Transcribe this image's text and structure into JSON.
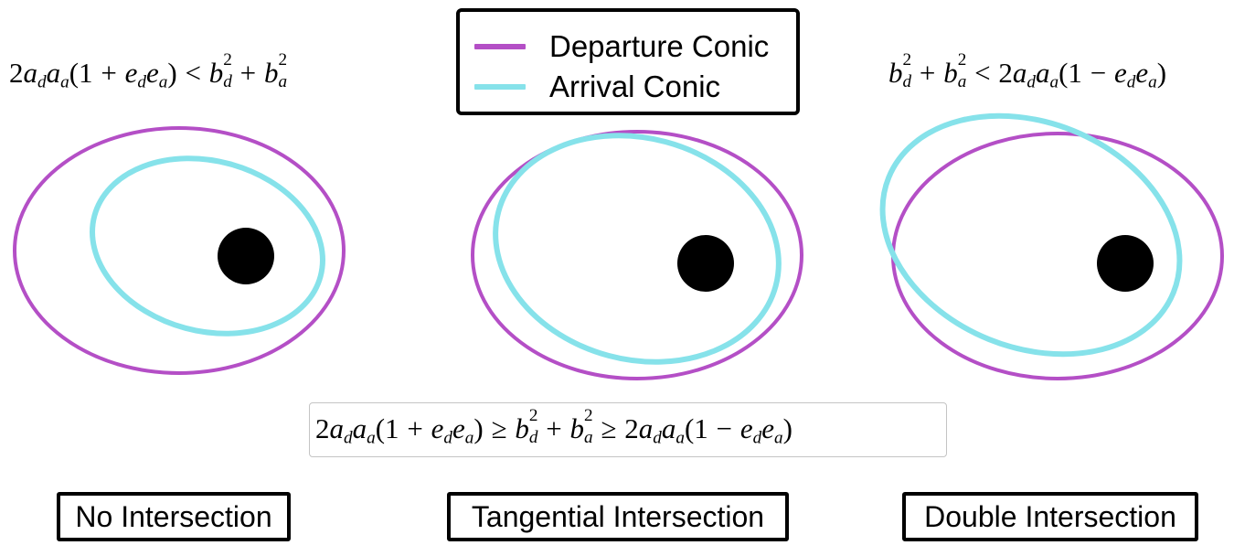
{
  "legend": {
    "departure": {
      "label": "Departure Conic",
      "color": "#b44fc6"
    },
    "arrival": {
      "label": "Arrival Conic",
      "color": "#86e2ea"
    }
  },
  "conditions": {
    "left": "2a_d a_a(1 + e_d e_a) < b_d^2 + b_a^2",
    "center": "2a_d a_a(1 + e_d e_a) ≥ b_d^2 + b_a^2 ≥ 2a_d a_a(1 − e_d e_a)",
    "right": "b_d^2 + b_a^2 < 2a_d a_a(1 − e_d e_a)"
  },
  "cases": {
    "none": {
      "label": "No Intersection"
    },
    "tangent": {
      "label": "Tangential Intersection"
    },
    "double": {
      "label": "Double Intersection"
    }
  },
  "focus_color": "#000000"
}
